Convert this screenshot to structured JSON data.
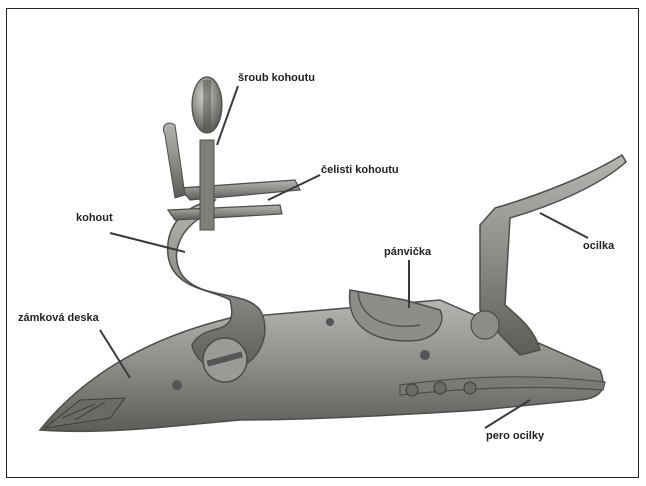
{
  "labels": {
    "srob": "šroub kohoutu",
    "celisti": "čelisti kohoutu",
    "kohout": "kohout",
    "panvicka": "pánvička",
    "ocilka": "ocilka",
    "zamkova_deska": "zámková deska",
    "pero_ocilky": "pero ocilky"
  },
  "colors": {
    "metal": "#8a8a86",
    "metal_dark": "#4d4d4a",
    "line": "#3a3a3a"
  }
}
